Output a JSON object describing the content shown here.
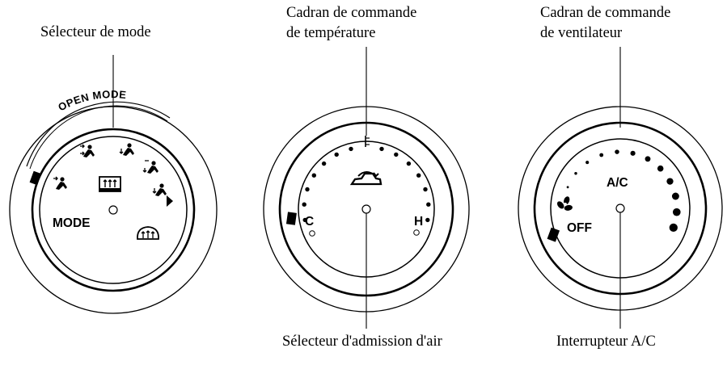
{
  "callouts": {
    "mode_selector": "Sélecteur de mode",
    "temp_dial_line1": "Cadran de commande",
    "temp_dial_line2": "de température",
    "fan_dial_line1": "Cadran de commande",
    "fan_dial_line2": "de ventilateur",
    "air_intake": "Sélecteur d'admission d'air",
    "ac_switch": "Interrupteur A/C"
  },
  "mode_dial": {
    "arc_label": "OPEN MODE",
    "mode_label": "MODE"
  },
  "temp_dial": {
    "cold_label": "C",
    "hot_label": "H"
  },
  "fan_dial": {
    "ac_label": "A/C",
    "off_label": "OFF"
  },
  "icons": {
    "mode_dial": [
      "face-vent-icon",
      "bi-level-icon",
      "foot-vent-icon",
      "foot-defrost-icon",
      "rear-defrost-icon",
      "windshield-defrost-icon",
      "pointer-arrow-icon"
    ],
    "temp_dial": [
      "recirculation-car-icon",
      "center-tick-icon"
    ],
    "fan_dial": [
      "fan-icon"
    ]
  },
  "colors": {
    "ink": "#000000",
    "background": "#ffffff"
  }
}
